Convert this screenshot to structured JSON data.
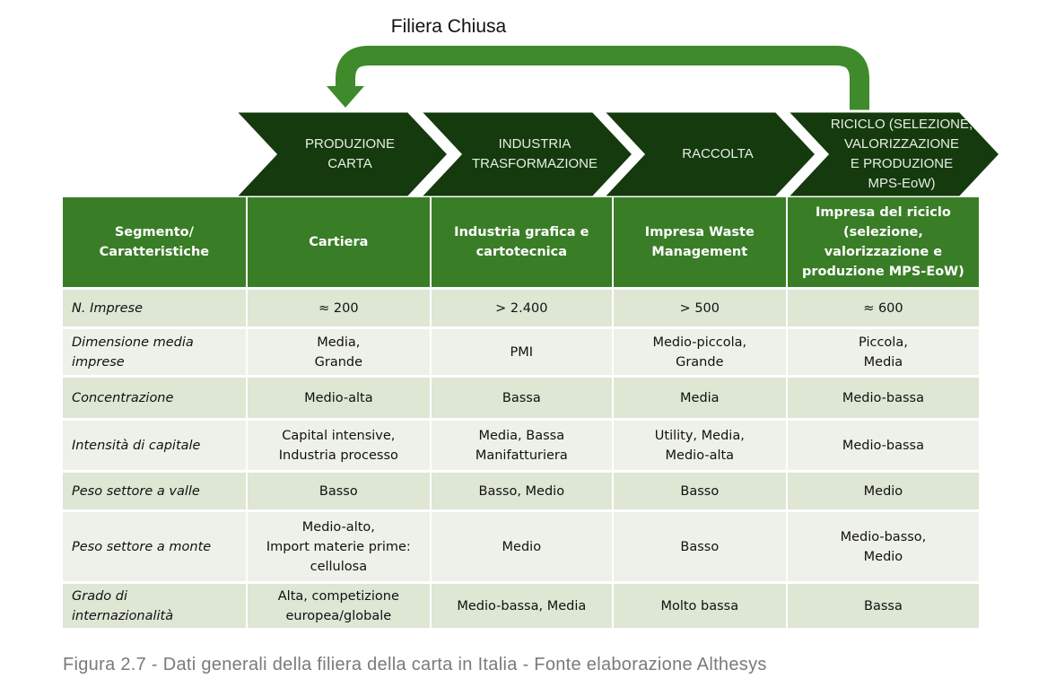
{
  "title": "Filiera Chiusa",
  "stages": [
    "PRODUZIONE\nCARTA",
    "INDUSTRIA\nTRASFORMAZIONE",
    "RACCOLTA",
    "RICICLO (SELEZIONE,\nVALORIZZAZIONE\nE PRODUZIONE\nMPS-EoW)"
  ],
  "table": {
    "headers": [
      "Segmento/\nCaratteristiche",
      "Cartiera",
      "Industria grafica e\ncartotecnica",
      "Impresa Waste\nManagement",
      "Impresa del riciclo\n(selezione,\nvalorizzazione e\nproduzione MPS-EoW)"
    ],
    "rows": [
      [
        "N. Imprese",
        "≈ 200",
        "> 2.400",
        "> 500",
        "≈ 600"
      ],
      [
        "Dimensione media\nimprese",
        "Media,\nGrande",
        "PMI",
        "Medio-piccola,\nGrande",
        "Piccola,\nMedia"
      ],
      [
        "Concentrazione",
        "Medio-alta",
        "Bassa",
        "Media",
        "Medio-bassa"
      ],
      [
        "Intensità di capitale",
        "Capital intensive,\nIndustria processo",
        "Media, Bassa\nManifatturiera",
        "Utility, Media,\nMedio-alta",
        "Medio-bassa"
      ],
      [
        "Peso settore a valle",
        "Basso",
        "Basso, Medio",
        "Basso",
        "Medio"
      ],
      [
        "Peso settore a monte",
        "Medio-alto,\nImport materie prime:\ncellulosa",
        "Medio",
        "Basso",
        "Medio-basso,\nMedio"
      ],
      [
        "Grado di\ninternazionalità",
        "Alta, competizione\neuropea/globale",
        "Medio-bassa, Media",
        "Molto bassa",
        "Bassa"
      ]
    ]
  },
  "caption": "Figura 2.7 - Dati generali della filiera della carta in Italia - Fonte elaborazione Althesys",
  "colors": {
    "header": "#3a7d27",
    "chevron": "#143a0e",
    "loop": "#3f8a2a"
  }
}
